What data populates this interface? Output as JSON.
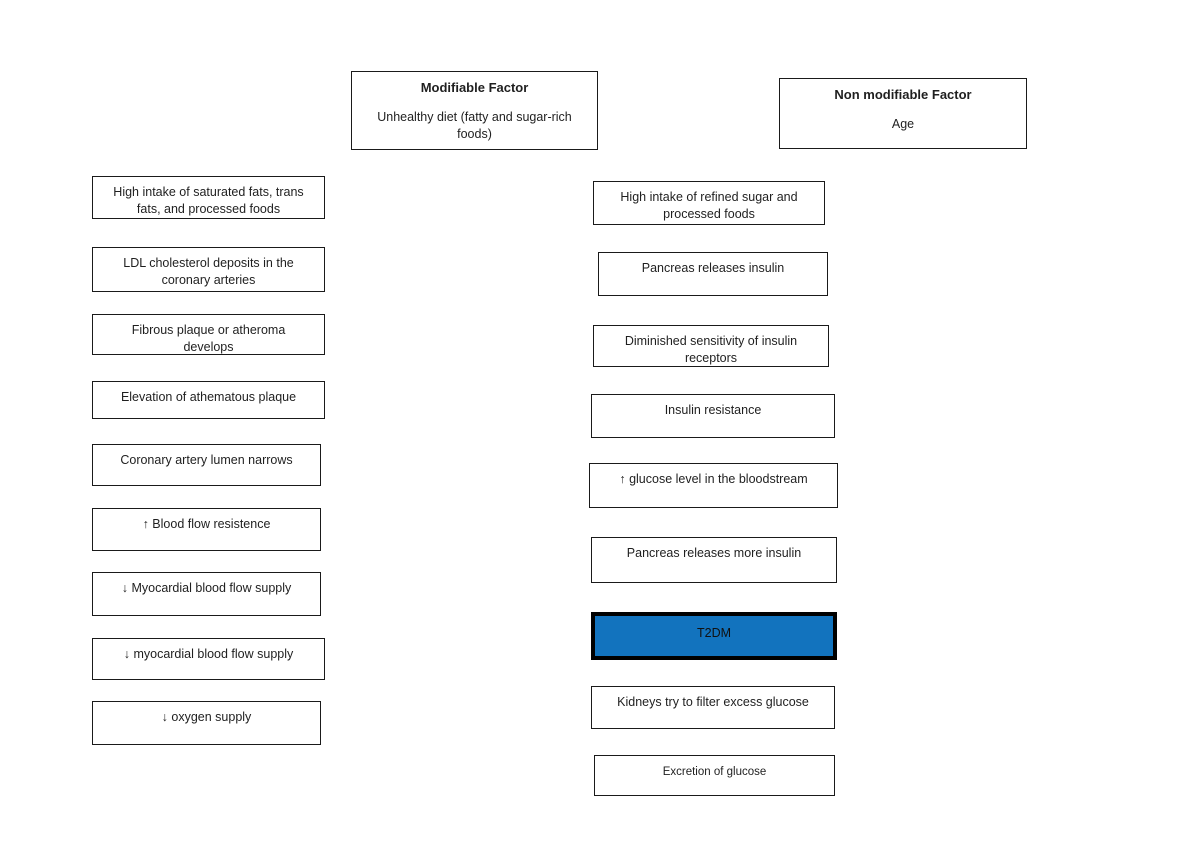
{
  "page": {
    "background": "#ffffff"
  },
  "headers": {
    "modifiable": {
      "title": "Modifiable Factor",
      "subtitle": "Unhealthy diet (fatty and sugar-rich foods)"
    },
    "non_modifiable": {
      "title": "Non modifiable Factor",
      "subtitle": "Age"
    }
  },
  "left_column": {
    "boxes": [
      {
        "label": "High intake of saturated fats, trans fats, and processed foods"
      },
      {
        "label": "LDL cholesterol deposits in the coronary arteries"
      },
      {
        "label": "Fibrous plaque or atheroma develops"
      },
      {
        "label": "Elevation of athematous plaque"
      },
      {
        "label": "Coronary artery lumen narrows"
      },
      {
        "label": "↑ Blood flow resistence"
      },
      {
        "label": "↓ Myocardial blood flow supply"
      },
      {
        "label": "↓ myocardial blood flow supply"
      },
      {
        "label": "↓ oxygen supply"
      }
    ]
  },
  "right_column": {
    "boxes": [
      {
        "label": "High intake of refined sugar and processed foods"
      },
      {
        "label": "Pancreas releases insulin"
      },
      {
        "label": "Diminished sensitivity of insulin receptors"
      },
      {
        "label": "Insulin resistance"
      },
      {
        "label": "↑ glucose level in the bloodstream"
      },
      {
        "label": "Pancreas releases more insulin"
      },
      {
        "label": "T2DM",
        "highlighted": true
      },
      {
        "label": "Kidneys try to filter excess glucose"
      },
      {
        "label": "Excretion of glucose"
      }
    ]
  },
  "colors": {
    "t2dm_fill": "#1273BE",
    "box_border": "#000000",
    "text": "#1f1f1f"
  }
}
